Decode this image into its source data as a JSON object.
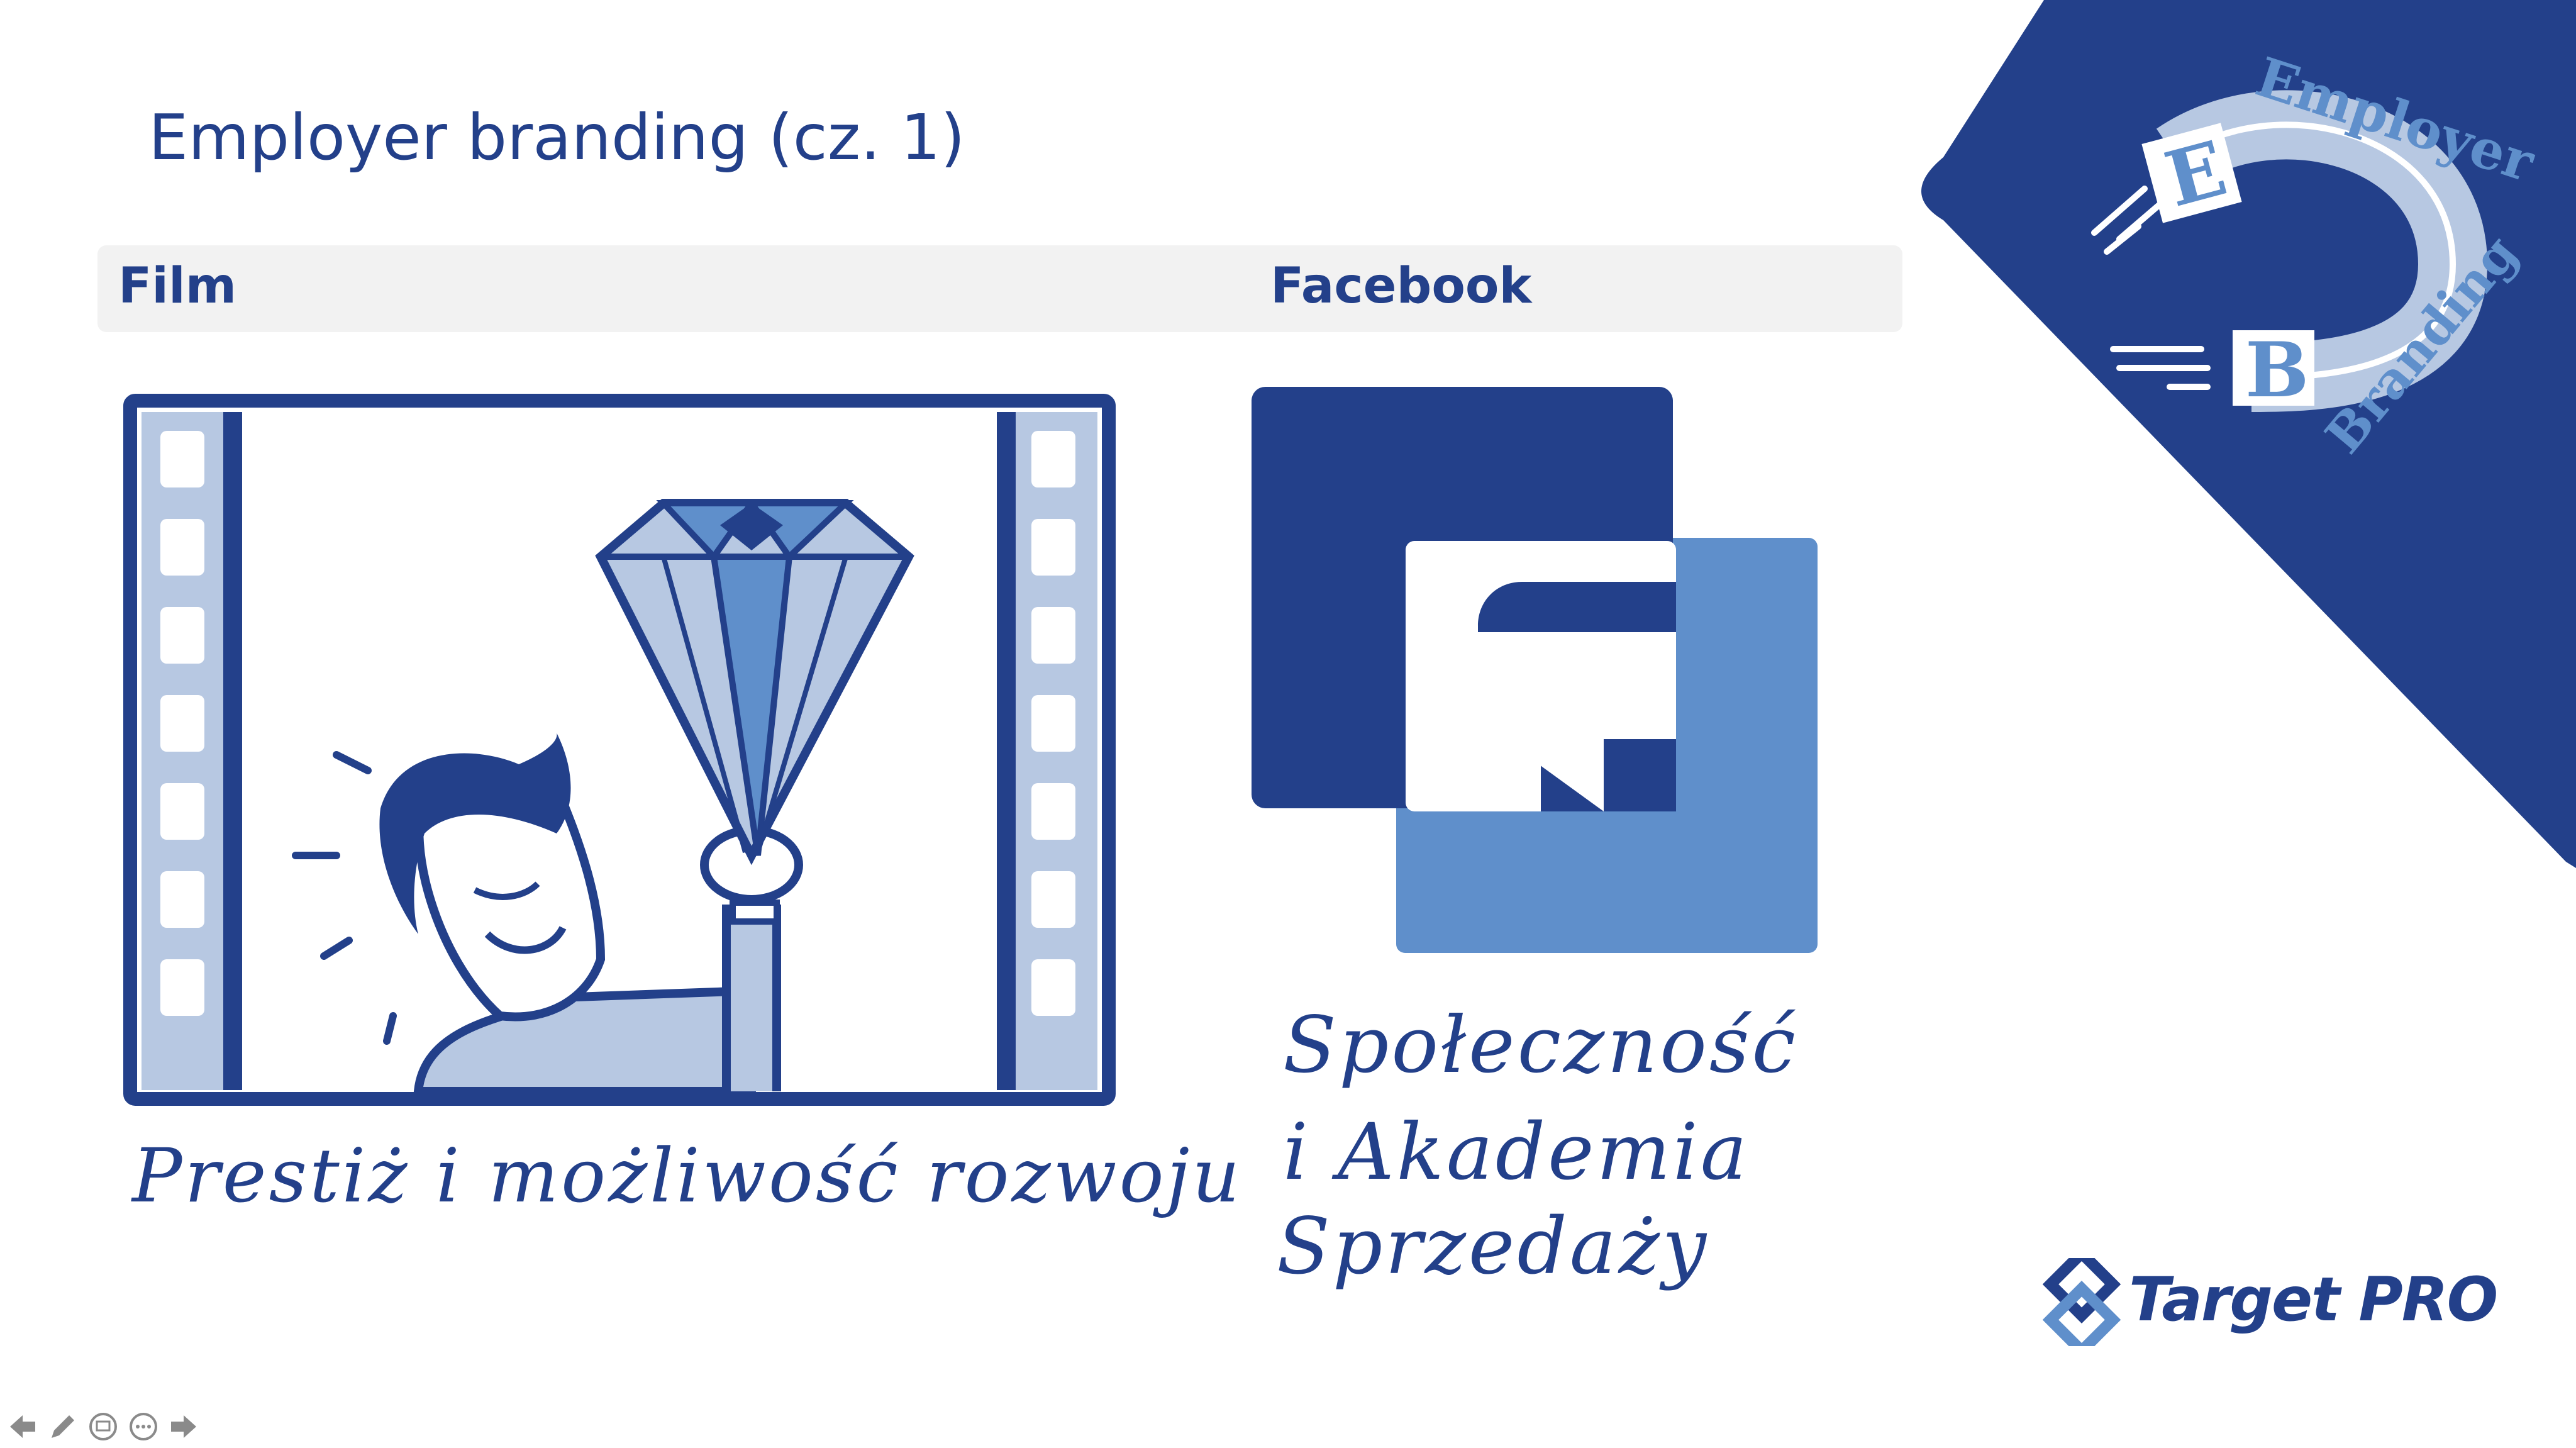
{
  "slide": {
    "title": "Employer branding (cz. 1)"
  },
  "columns": [
    {
      "label": "Film",
      "caption": "Prestiż i możliwość rozwoju"
    },
    {
      "label": "Facebook",
      "caption_lines": [
        "Społeczność",
        "i Akademia",
        "Sprzedaży"
      ]
    }
  ],
  "badge": {
    "word1": "Employer",
    "word2": "Branding"
  },
  "logo": {
    "text": "Target PRO"
  },
  "colors": {
    "navy": "#23408a",
    "medium_blue": "#5f8fcb",
    "light_blue": "#b7c8e2",
    "bar_gray": "#f2f2f2"
  },
  "navigation": {
    "icons": [
      "arrow-left-icon",
      "pen-icon",
      "slides-icon",
      "more-icon",
      "arrow-right-icon"
    ]
  }
}
